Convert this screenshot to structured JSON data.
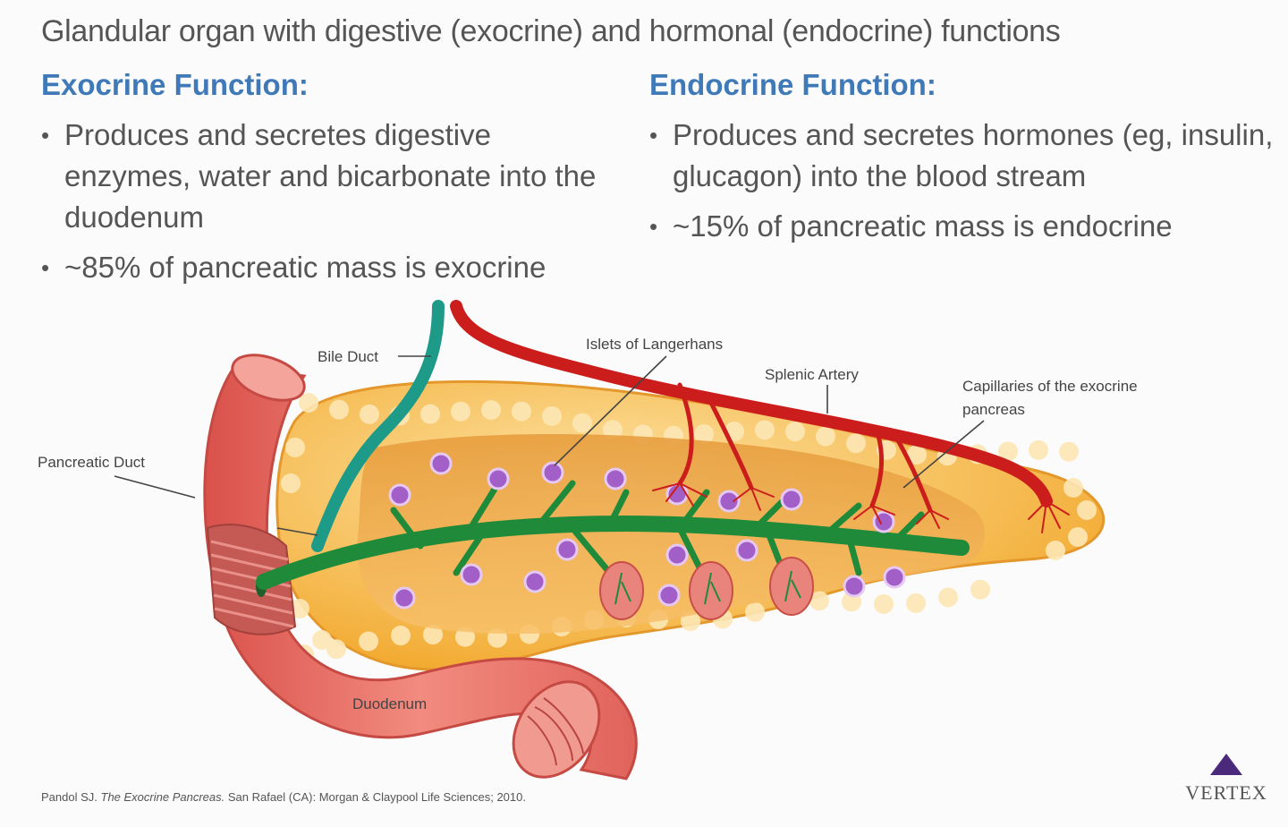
{
  "subtitle": "Glandular organ with digestive (exocrine) and hormonal (endocrine) functions",
  "exocrine": {
    "heading": "Exocrine Function:",
    "bullets": [
      "Produces and secretes digestive enzymes, water and bicarbonate into the duodenum",
      "~85% of pancreatic mass is exocrine"
    ]
  },
  "endocrine": {
    "heading": "Endocrine Function:",
    "bullets": [
      "Produces and secretes hormones (eg, insulin, glucagon) into the blood stream",
      "~15% of pancreatic mass is endocrine"
    ]
  },
  "diagram": {
    "labels": {
      "bile_duct": "Bile Duct",
      "islets": "Islets of Langerhans",
      "splenic_artery": "Splenic Artery",
      "capillaries_1": "Capillaries of the exocrine",
      "capillaries_2": "pancreas",
      "pancreatic_duct": "Pancreatic Duct",
      "duodenum": "Duodenum"
    },
    "colors": {
      "pancreas": "#f4b23f",
      "duodenum": "#e8746b",
      "bile_duct": "#1e9a88",
      "pancreatic_duct": "#1f8a3a",
      "artery": "#cc1d1d",
      "islet": "#a25fc8"
    }
  },
  "citation": {
    "author": "Pandol SJ.",
    "title": "The Exocrine Pancreas.",
    "rest": "San Rafael (CA): Morgan & Claypool Life Sciences; 2010."
  },
  "logo": {
    "text": "VERTEX",
    "icon": "triangle-icon"
  },
  "bullet_glyph": "•"
}
